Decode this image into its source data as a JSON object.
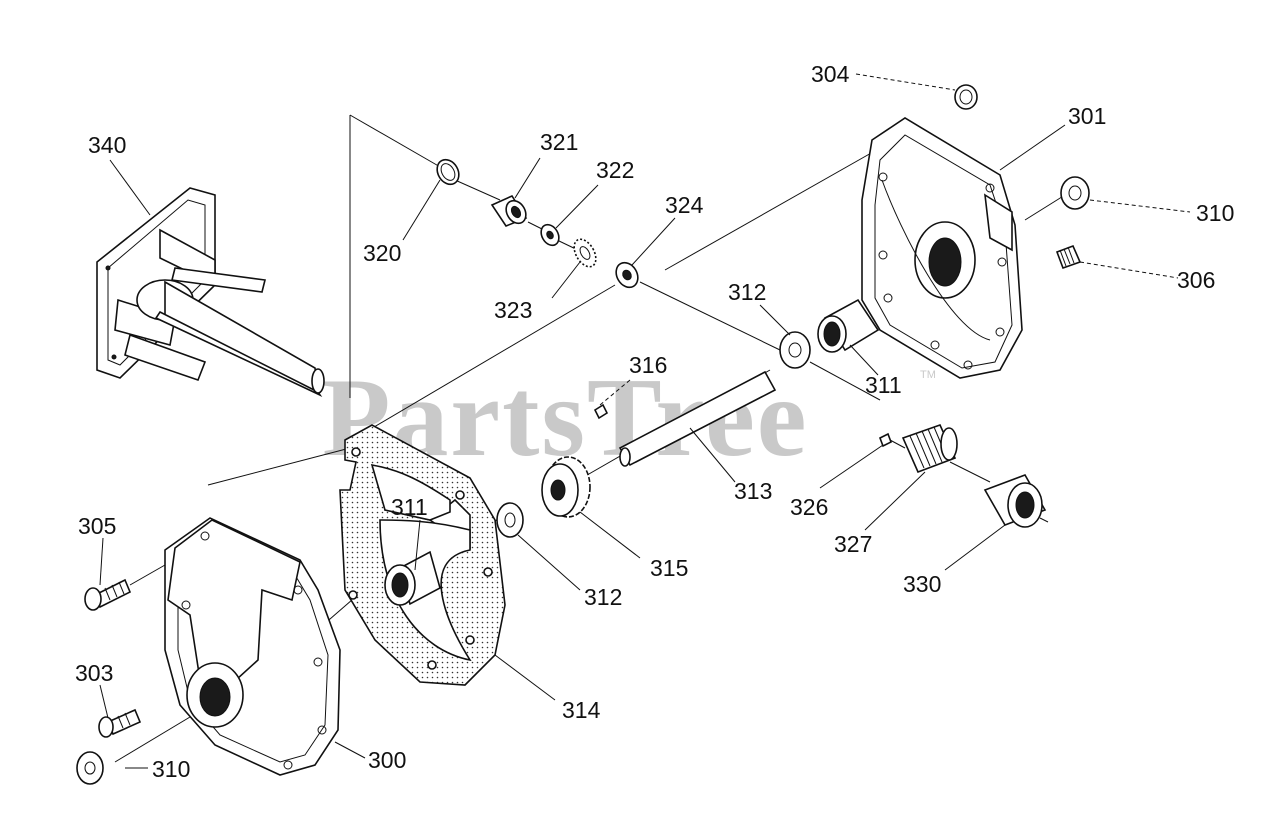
{
  "watermark": {
    "text": "PartsTree",
    "trademark": "TM"
  },
  "callouts": {
    "c340": "340",
    "c320": "320",
    "c321": "321",
    "c322": "322",
    "c323": "323",
    "c324": "324",
    "c304": "304",
    "c301": "301",
    "c310a": "310",
    "c306": "306",
    "c312a": "312",
    "c311a": "311",
    "c316": "316",
    "c313": "313",
    "c326": "326",
    "c327": "327",
    "c330": "330",
    "c305": "305",
    "c311b": "311",
    "c315": "315",
    "c312b": "312",
    "c314": "314",
    "c303": "303",
    "c310b": "310",
    "c300": "300"
  }
}
